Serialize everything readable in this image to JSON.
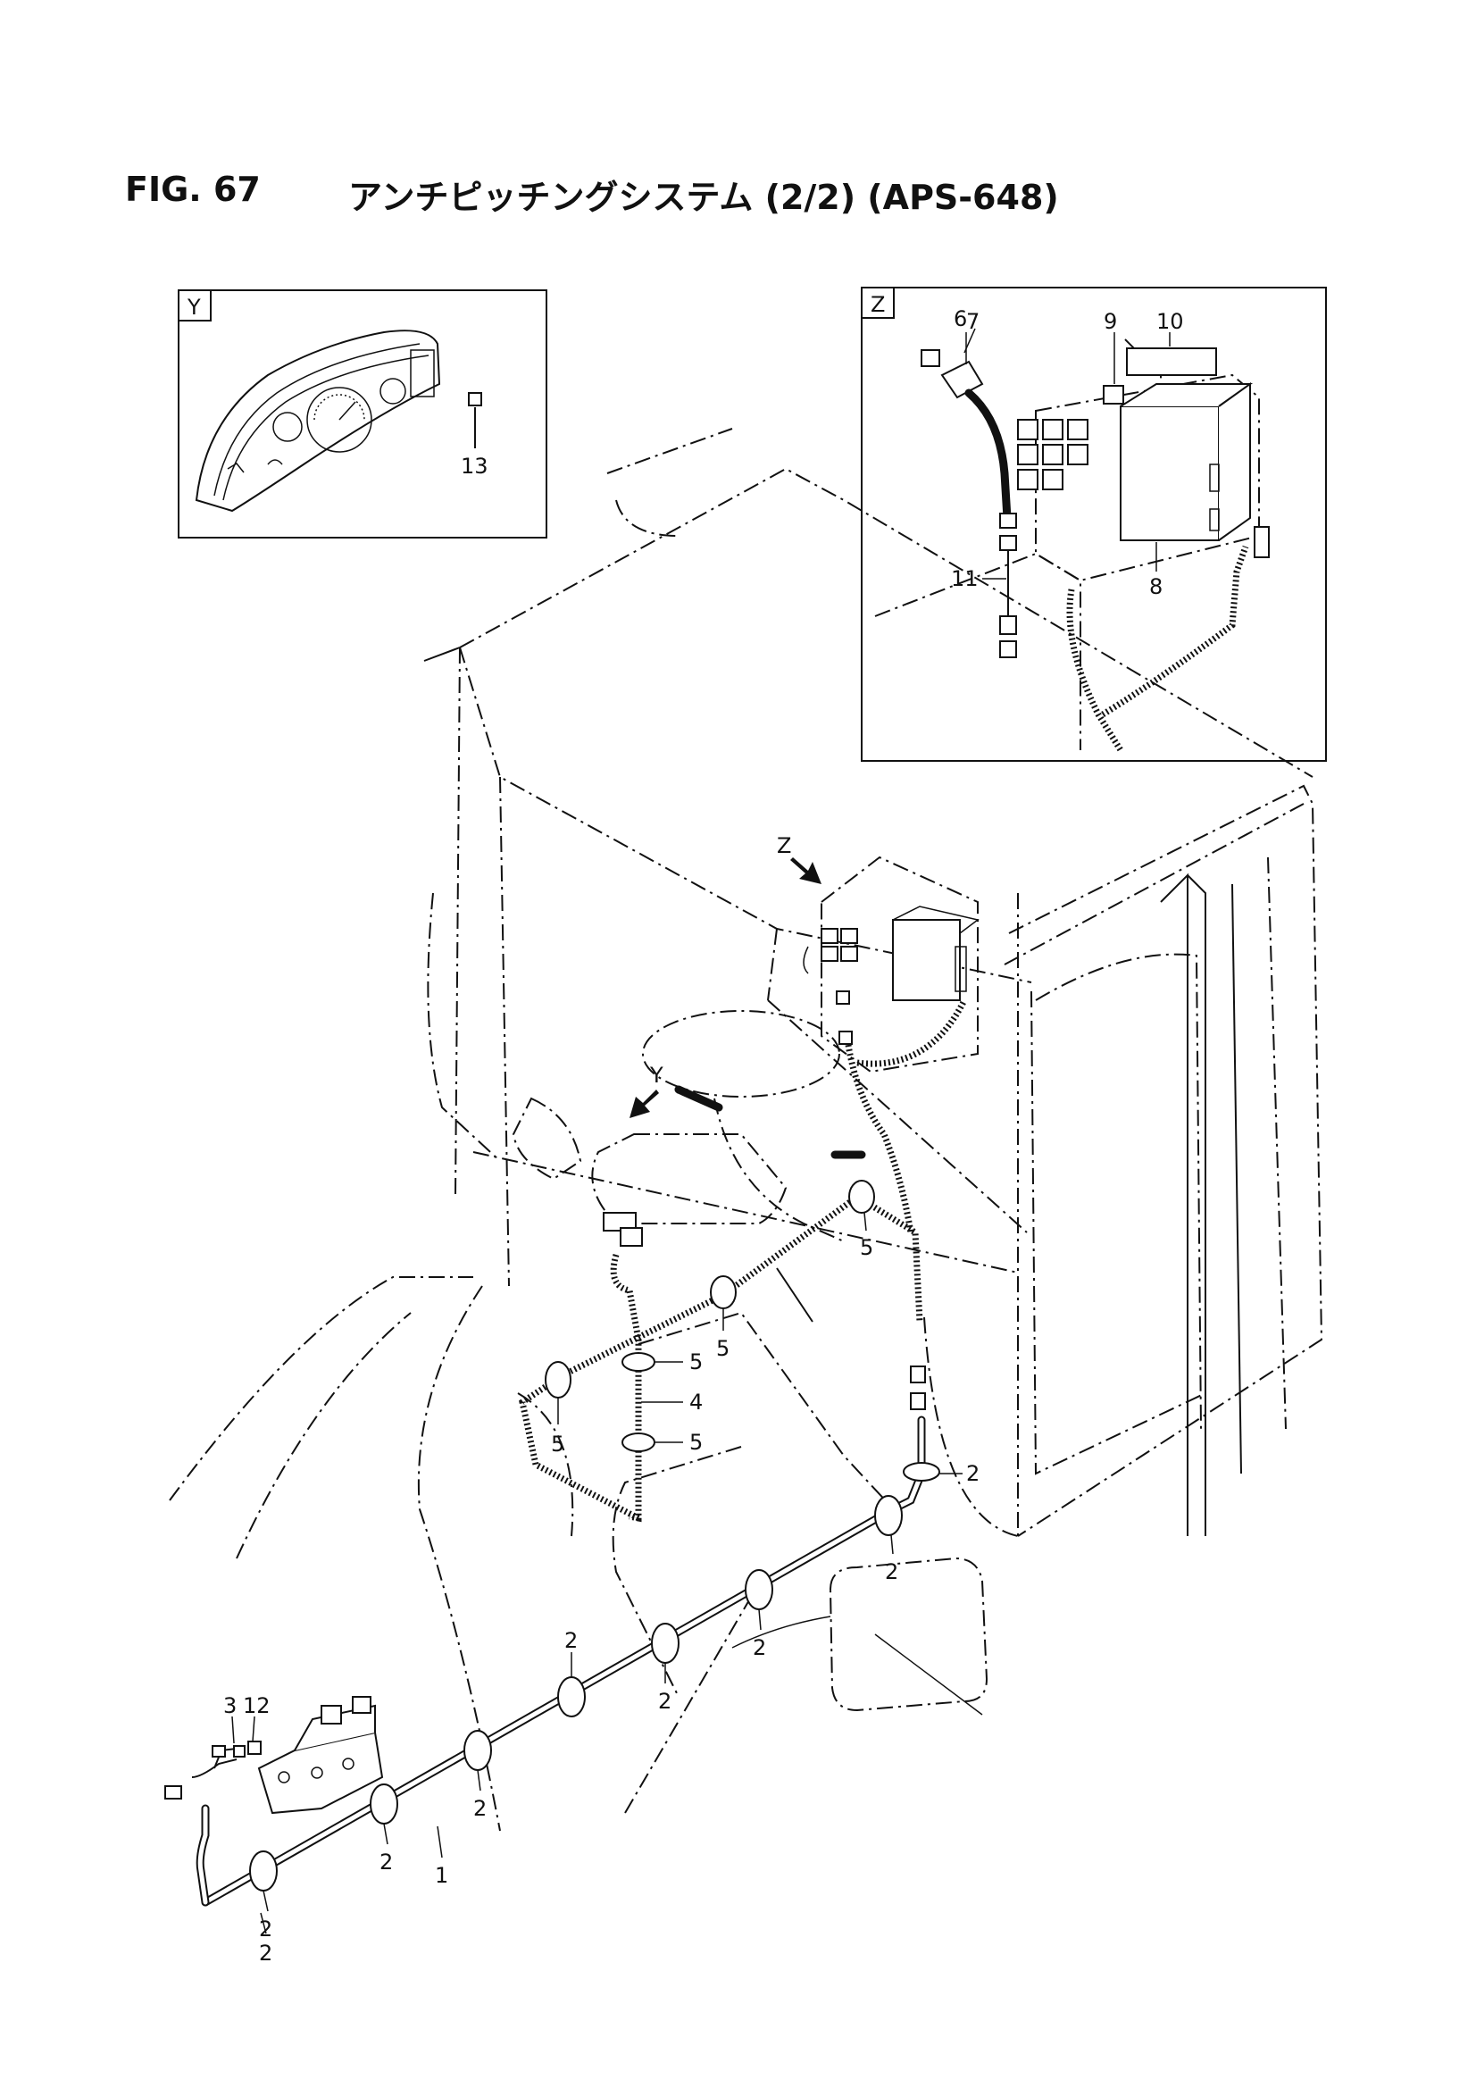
{
  "header": {
    "figure_number": "FIG. 67",
    "title": "アンチピッチングシステム (2/2) (APS-648)"
  },
  "views": {
    "y": {
      "tag": "Y"
    },
    "z": {
      "tag": "Z"
    }
  },
  "arrows": {
    "y": {
      "label": "Y"
    },
    "z": {
      "label": "Z"
    }
  },
  "callouts": {
    "c1": "1",
    "c2_a": "2",
    "c2_b": "2",
    "c2_c": "2",
    "c2_d": "2",
    "c2_e": "2",
    "c2_f": "2",
    "c2_g": "2",
    "c2_h": "2",
    "c2_i": "2",
    "c3": "3",
    "c4": "4",
    "c5_a": "5",
    "c5_b": "5",
    "c5_c": "5",
    "c5_d": "5",
    "c5_e": "5",
    "c6": "6",
    "c7": "7",
    "c8": "8",
    "c9": "9",
    "c10": "10",
    "c11": "11",
    "c12": "12",
    "c13": "13"
  }
}
